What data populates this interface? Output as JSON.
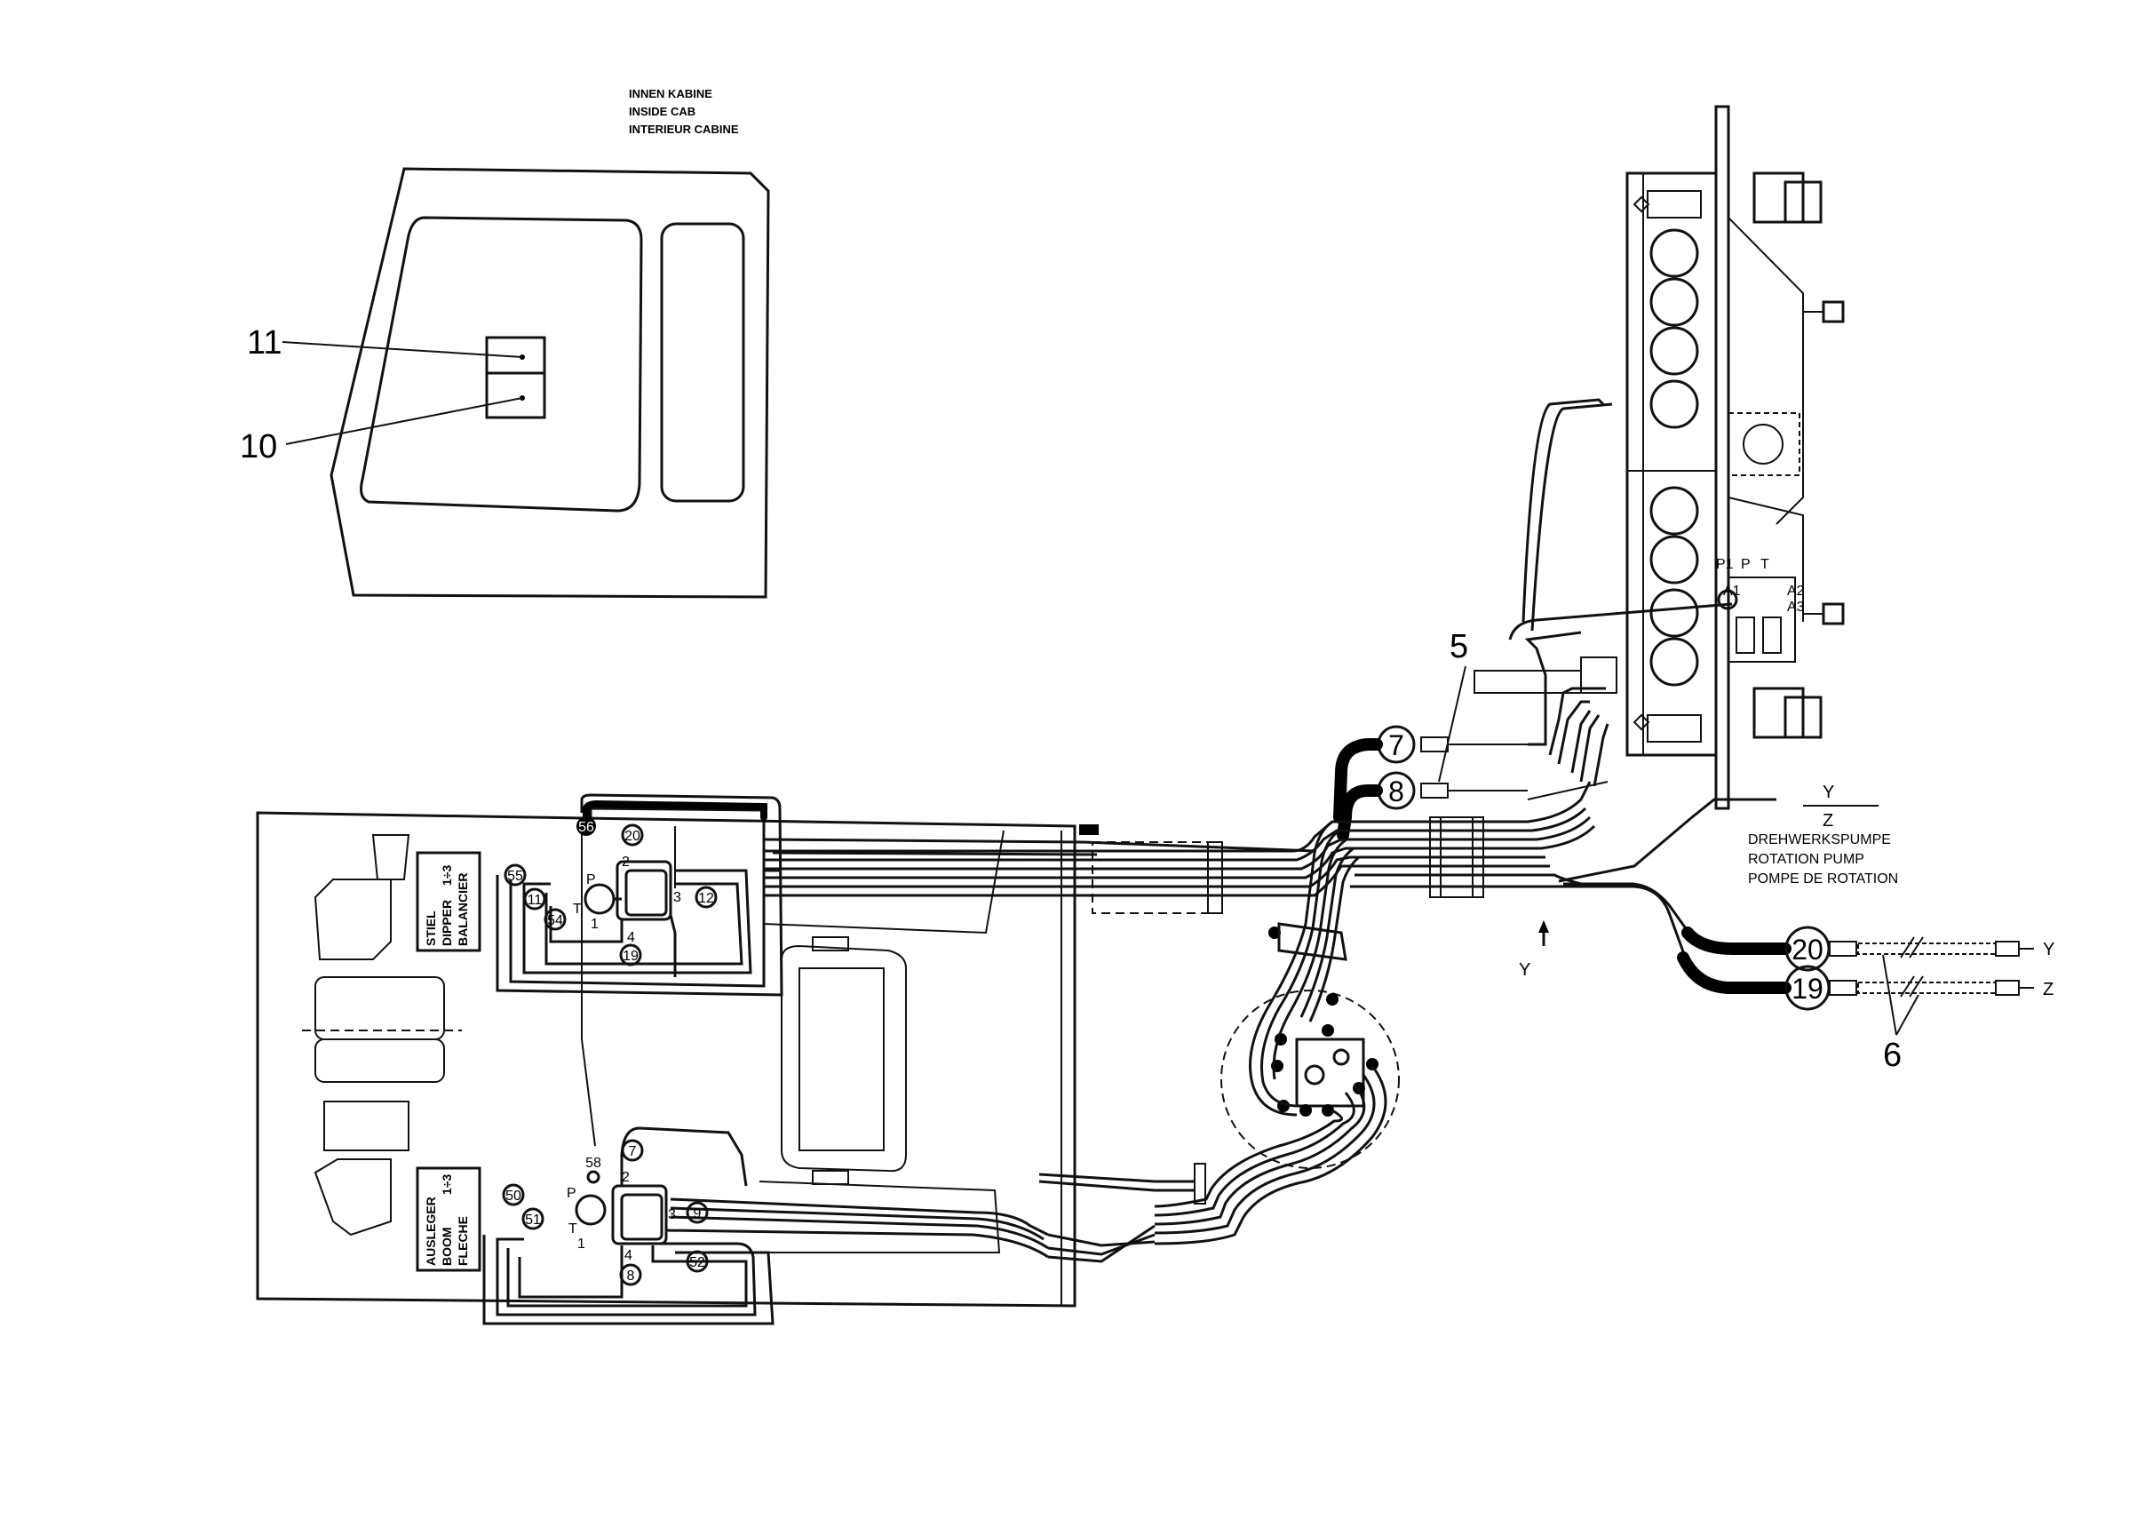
{
  "cab_note": {
    "lines": [
      "INNEN KABINE",
      "INSIDE CAB",
      "INTERIEUR CABINE"
    ]
  },
  "callouts": {
    "c11": "11",
    "c10": "10",
    "c5": "5",
    "c6": "6"
  },
  "axis": {
    "y_left": "Y",
    "y_top": "Y",
    "z_bottom": "Z",
    "out_y": "Y",
    "out_z": "Z"
  },
  "pump_note": {
    "lines": [
      "DREHWERKSPUMPE",
      "ROTATION PUMP",
      "POMPE DE ROTATION"
    ]
  },
  "valve_ports": {
    "p1": "P1",
    "p": "P",
    "t": "T",
    "a1": "A1",
    "a2": "A2",
    "a3": "A3"
  },
  "upper_panel_label": {
    "lines": [
      "STIEL",
      "DIPPER",
      "BALANCIER"
    ],
    "ratio": "1÷3"
  },
  "lower_panel_label": {
    "lines": [
      "AUSLEGER",
      "BOOM",
      "FLECHE"
    ],
    "ratio": "1÷3"
  },
  "upper_joystick": {
    "circles": {
      "c56": "56",
      "c20": "20",
      "c12": "12",
      "c55": "55",
      "c11": "11",
      "c54": "54",
      "c19": "19"
    },
    "ports": {
      "p": "P",
      "t": "T",
      "n1": "1",
      "n2": "2",
      "n3": "3",
      "n4": "4"
    }
  },
  "lower_joystick": {
    "circles": {
      "c7": "7",
      "c58": "58",
      "c9": "9",
      "c50": "50",
      "c51": "51",
      "c8": "8",
      "c52": "52"
    },
    "ports": {
      "p": "P",
      "t": "T",
      "n1": "1",
      "n2": "2",
      "n3": "3",
      "n4": "4"
    }
  },
  "ports_large": {
    "p7": "7",
    "p8": "8",
    "p20": "20",
    "p19": "19"
  }
}
